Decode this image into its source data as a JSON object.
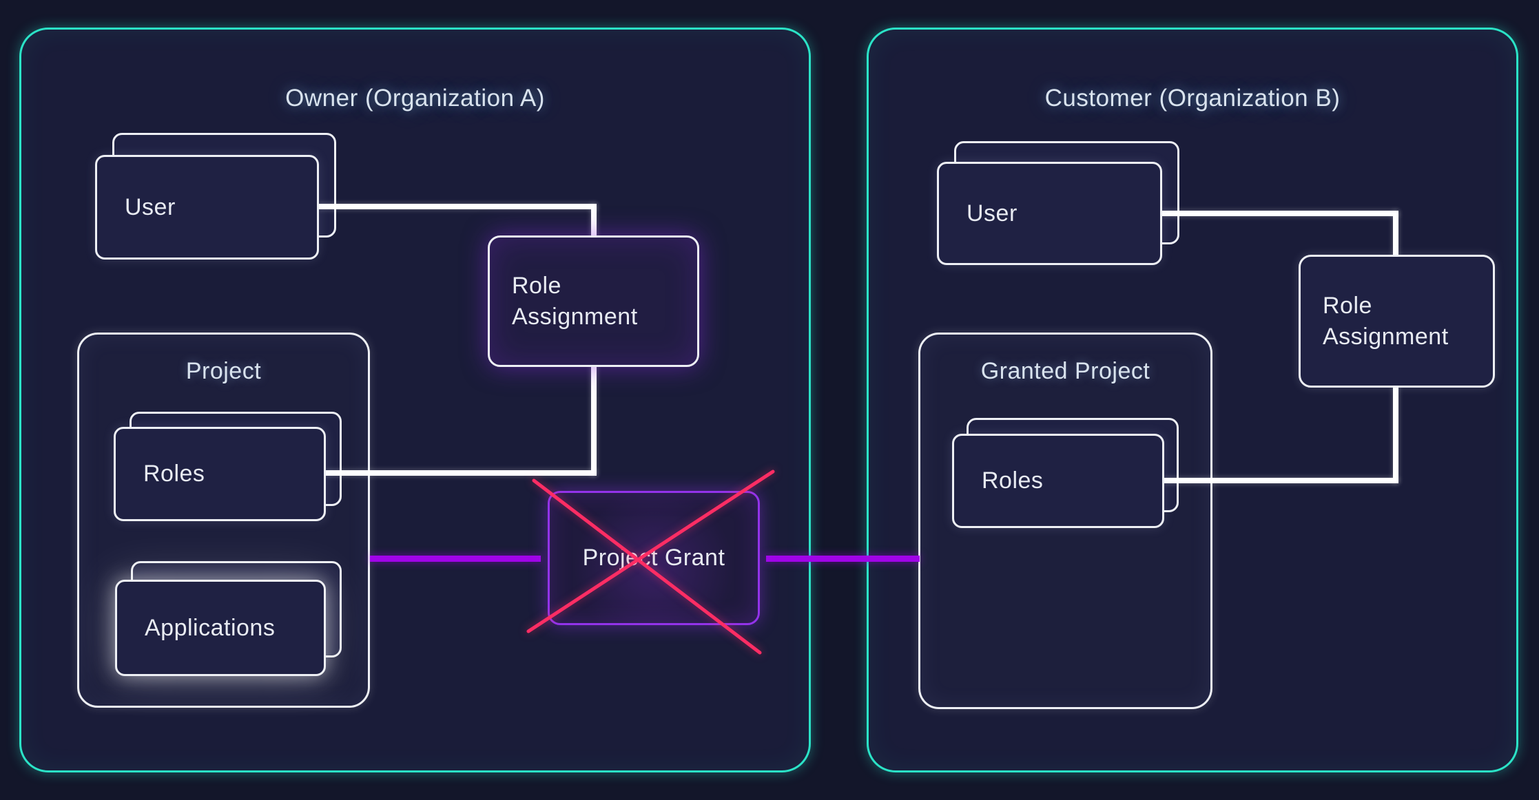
{
  "diagram": {
    "org_a": {
      "title": "Owner (Organization A)",
      "user_label": "User",
      "role_assignment_label": "Role\nAssignment",
      "project_label": "Project",
      "roles_label": "Roles",
      "applications_label": "Applications"
    },
    "center": {
      "project_grant_label": "Project Grant"
    },
    "org_b": {
      "title": "Customer (Organization B)",
      "user_label": "User",
      "role_assignment_label": "Role\nAssignment",
      "granted_project_label": "Granted Project",
      "roles_label": "Roles"
    }
  },
  "colors": {
    "background": "#13162a",
    "org_fill": "#1a1c39",
    "teal": "#2be3c7",
    "box_border": "#eef0f5",
    "box_fill": "#1f2143",
    "line_white": "#ffffff",
    "purple_line": "#a104e8",
    "grant_border": "#9333ea",
    "cross_pink": "#ff2d64",
    "label_color": "#e8ebf2",
    "title_color": "#d9e3ee"
  }
}
